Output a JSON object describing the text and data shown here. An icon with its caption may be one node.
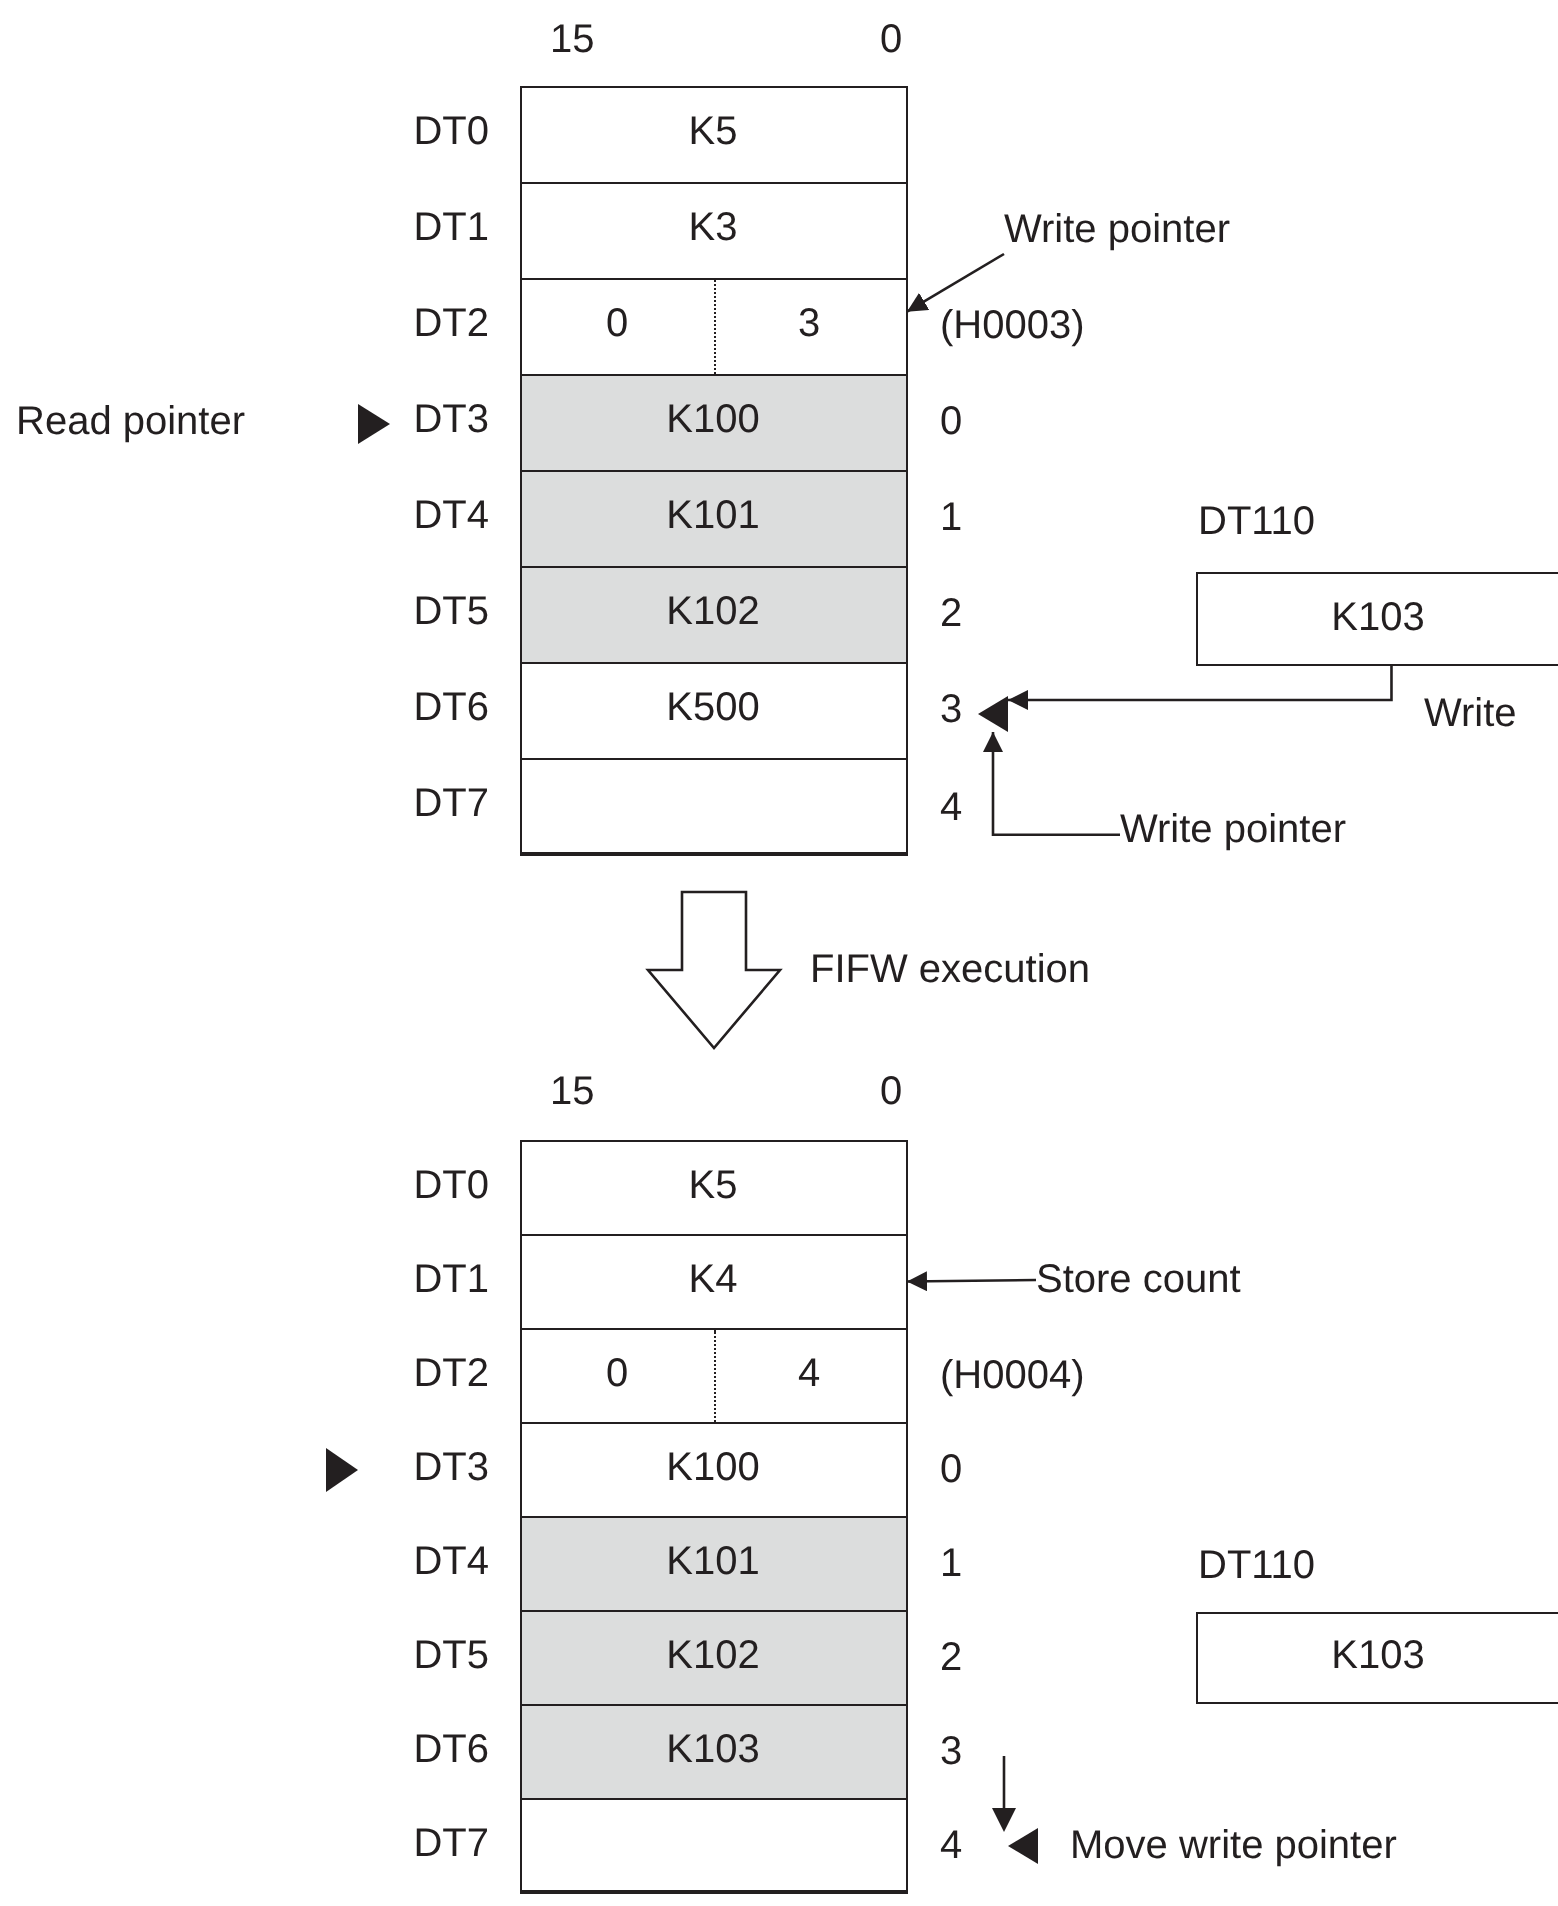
{
  "diagram": {
    "nodes": [
      {
        "text": [],
        "shape": "box"
      },
      {
        "text": [
          "K5"
        ],
        "in": 0,
        "beside": [
          "DT0"
        ]
      },
      {
        "text": [
          "K3"
        ],
        "in": 0,
        "beside": [
          "DT1"
        ]
      },
      {
        "text": [
          "0",
          "3"
        ],
        "in": 0,
        "beside": [
          "DT2"
        ]
      },
      {
        "text": [
          "K100"
        ],
        "in": 0,
        "beside": [
          "DT3"
        ]
      },
      {
        "text": [
          "K101"
        ],
        "in": 0,
        "beside": [
          "DT4"
        ]
      },
      {
        "text": [
          "K102"
        ],
        "in": 0,
        "beside": [
          "DT5"
        ]
      },
      {
        "text": [
          "K500"
        ],
        "in": 0,
        "beside": [
          "DT6"
        ]
      },
      {
        "text": [],
        "shape": "box",
        "in": 0,
        "beside": [
          "DT7"
        ]
      },
      {
        "text": [
          "Write pointer"
        ]
      },
      {
        "text": [
          "K103"
        ],
        "beside": [
          "DT110"
        ]
      },
      {
        "text": [
          "Write pointer"
        ]
      },
      {
        "text": [],
        "shape": "box"
      },
      {
        "text": [
          "K5"
        ],
        "in": 12,
        "beside": [
          "DT0"
        ]
      },
      {
        "text": [
          "K4"
        ],
        "in": 12,
        "beside": [
          "DT1"
        ]
      },
      {
        "text": [
          "0",
          "4"
        ],
        "in": 12,
        "beside": [
          "DT2"
        ]
      },
      {
        "text": [
          "K100"
        ],
        "in": 12,
        "beside": [
          "DT3"
        ]
      },
      {
        "text": [
          "K101"
        ],
        "in": 12,
        "beside": [
          "DT4"
        ]
      },
      {
        "text": [
          "K102"
        ],
        "in": 12,
        "beside": [
          "DT5"
        ]
      },
      {
        "text": [
          "K103"
        ],
        "in": 12,
        "beside": [
          "DT6"
        ]
      },
      {
        "text": [],
        "shape": "box",
        "in": 12,
        "beside": [
          "DT7"
        ]
      },
      {
        "text": [
          "Store count"
        ]
      },
      {
        "text": [
          "K103"
        ],
        "beside": [
          "DT110"
        ]
      },
      {
        "text": [],
        "shape": "triangle"
      }
    ],
    "edges": [
      {
        "from": 9,
        "to": 3,
        "arrow": "to"
      },
      {
        "from": 10,
        "to": 23,
        "arrow": "to",
        "label": "Write"
      },
      {
        "from": 11,
        "to": 23,
        "arrow": "to"
      },
      {
        "from": 0,
        "to": 12,
        "arrow": "to",
        "label": "FIFW execution"
      },
      {
        "from": 21,
        "to": 14,
        "arrow": "to"
      }
    ],
    "labels": [
      "15",
      "0",
      "(H0003)",
      "Read pointer",
      "0",
      "1",
      "2",
      "3",
      "4",
      "15",
      "0",
      "(H0004)",
      "0",
      "1",
      "2",
      "3",
      "4",
      "Move write pointer"
    ]
  }
}
